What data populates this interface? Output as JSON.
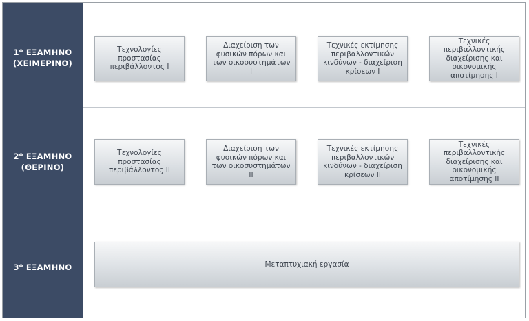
{
  "semesters": [
    {
      "number": "1",
      "superscript": "ο",
      "label": "ΕΞΑΜΗΝΟ",
      "season": "(ΧΕΙΜΕΡΙΝΟ)",
      "courses": [
        "Τεχνολογίες προστασίας περιβάλλοντος Ι",
        "Διαχείριση των φυσικών πόρων και των οικοσυστημάτων Ι",
        "Τεχνικές εκτίμησης περιβαλλοντικών κινδύνων - διαχείριση κρίσεων Ι",
        "Τεχνικές περιβαλλοντικής διαχείρισης και οικονομικής αποτίμησης Ι"
      ]
    },
    {
      "number": "2",
      "superscript": "ο",
      "label": "ΕΞΑΜΗΝΟ",
      "season": "(ΘΕΡΙΝΟ)",
      "courses": [
        "Τεχνολογίες προστασίας περιβάλλοντος ΙΙ",
        "Διαχείριση των φυσικών πόρων και των οικοσυστημάτων ΙΙ",
        "Τεχνικές εκτίμησης περιβαλλοντικών κινδύνων - διαχείριση κρίσεων ΙΙ",
        "Τεχνικές περιβαλλοντικής διαχείρισης και οικονομικής αποτίμησης ΙΙ"
      ]
    },
    {
      "number": "3",
      "superscript": "ο",
      "label": "ΕΞΑΜΗΝΟ",
      "courses": [
        "Μεταπτυχιακή εργασία"
      ]
    }
  ]
}
